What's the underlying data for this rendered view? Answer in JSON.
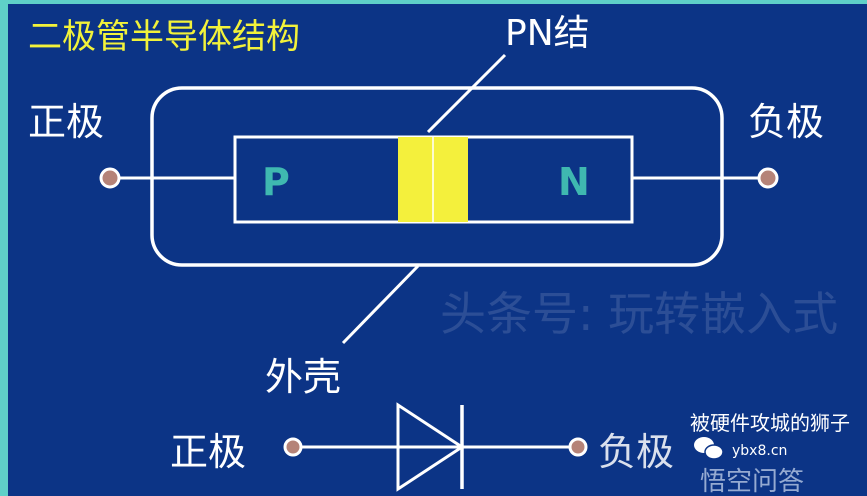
{
  "title": "二极管半导体结构",
  "labels": {
    "pn_junction": "PN结",
    "anode": "正极",
    "cathode": "负极",
    "p_region": "P",
    "n_region": "N",
    "shell": "外壳",
    "symbol_anode": "正极",
    "symbol_cathode": "负极"
  },
  "watermarks": {
    "toutiao": "头条号: 玩转嵌入式",
    "author": "被硬件攻城的狮子",
    "site": "ybx8.cn",
    "wukong": "悟空问答"
  },
  "colors": {
    "background": "#0c3486",
    "border": "#5fd0c8",
    "title": "#f2f23a",
    "junction": "#f4f03c",
    "region_letter": "#3fb8b0",
    "lines": "#ffffff",
    "terminal": "#b58378"
  }
}
